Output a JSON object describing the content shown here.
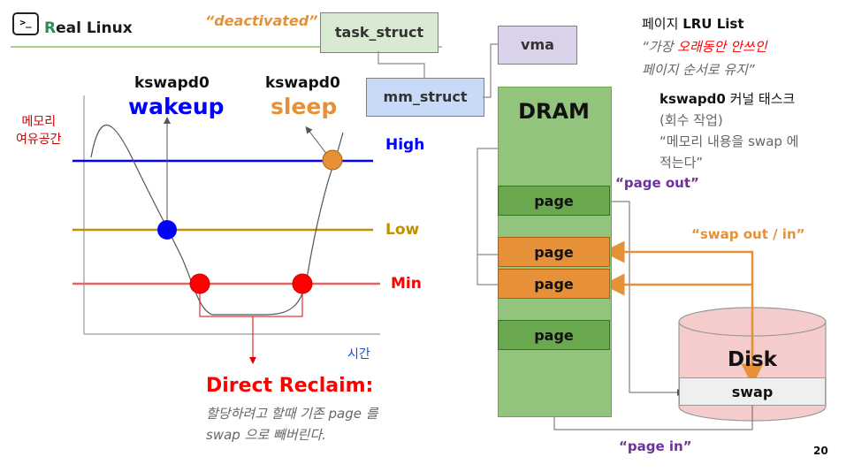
{
  "brand": {
    "logo_glyph": ">_",
    "prefix": "R",
    "rest": "eal Linux"
  },
  "deactivated": "“deactivated”",
  "boxes": {
    "task_struct": "task_struct",
    "mm_struct": "mm_struct",
    "vma": "vma"
  },
  "graph": {
    "y_label_line1": "메모리",
    "y_label_line2": "여유공간",
    "x_label": "시간",
    "levels": [
      {
        "name": "High",
        "color": "#0000ff"
      },
      {
        "name": "Low",
        "color": "#bf9000"
      },
      {
        "name": "Min",
        "color": "#e06666"
      }
    ],
    "wakeup_tag": "kswapd0",
    "wakeup_word": "wakeup",
    "sleep_tag": "kswapd0",
    "sleep_word": "sleep"
  },
  "direct_reclaim": {
    "title": "Direct Reclaim:",
    "line1": "할당하려고 할때 기존 page 를",
    "line2": "swap 으로 빼버린다."
  },
  "dram": {
    "label": "DRAM",
    "pages": [
      "page",
      "page",
      "page",
      "page"
    ]
  },
  "labels": {
    "page_out": "“page out”",
    "swap_out_in": "“swap out / in”",
    "page_in": "“page in”"
  },
  "lru": {
    "title_ko": "페이지",
    "title_en": "LRU List",
    "line1_a": "“가장 ",
    "line1_b": "오래동안 안쓰인",
    "line2": "페이지 순서로 유지”"
  },
  "kswapd_info": {
    "title_a": "kswapd0",
    "title_b": " 커널 태스크",
    "line1": "(회수 작업)",
    "line2": "“메모리 내용을 swap 에",
    "line3": "적는다”"
  },
  "disk": {
    "label": "Disk",
    "swap": "swap"
  },
  "page_number": "20"
}
